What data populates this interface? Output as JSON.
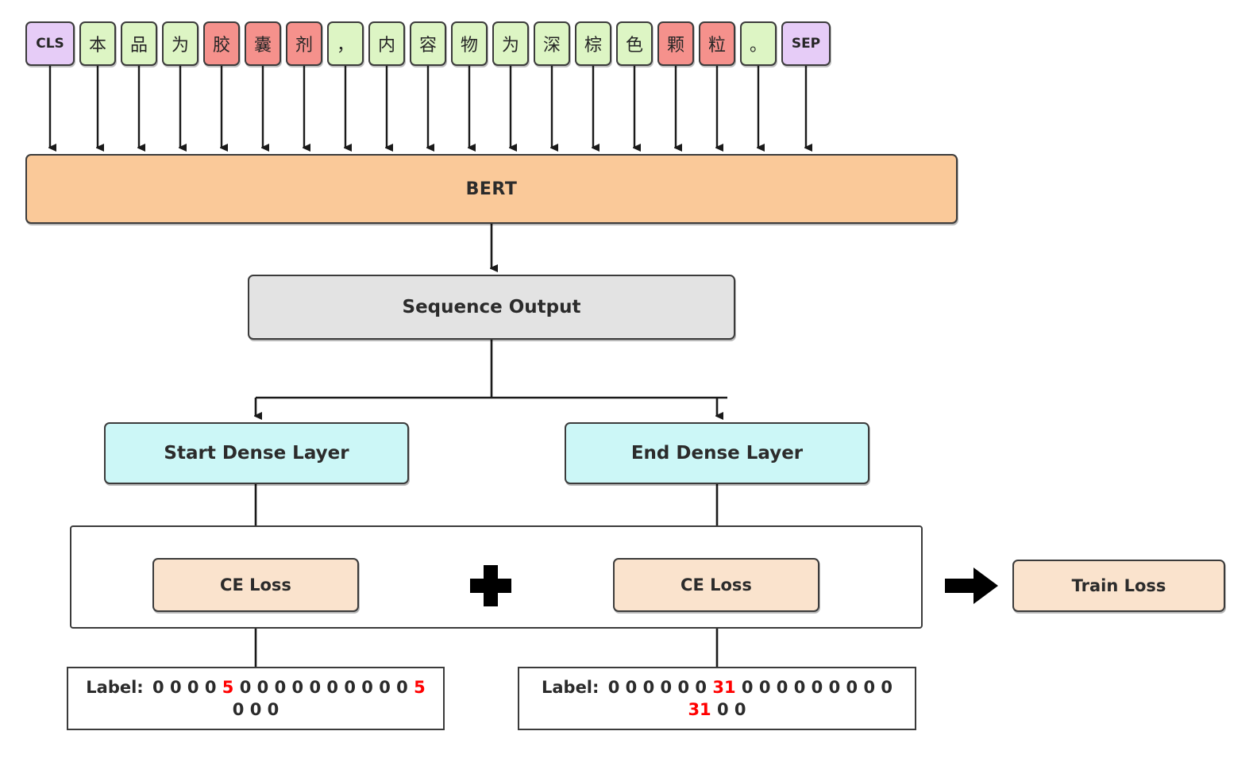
{
  "diagram": {
    "title": "BERT span extraction training diagram",
    "colors": {
      "special_token": "#e6ccf7",
      "normal_token": "#ddf5c4",
      "highlight_token": "#f5918c",
      "bert": "#fac999",
      "sequence_output": "#e3e3e3",
      "dense_layer": "#ccf7f7",
      "ce_loss": "#fae3cd",
      "train_loss": "#fae3cd",
      "border": "#3b3b3b",
      "label_highlight": "#ff0000",
      "arrow": "#1a1a1a"
    }
  },
  "tokens": [
    {
      "text": "CLS",
      "type": "special"
    },
    {
      "text": "本",
      "type": "normal"
    },
    {
      "text": "品",
      "type": "normal"
    },
    {
      "text": "为",
      "type": "normal"
    },
    {
      "text": "胶",
      "type": "highlight"
    },
    {
      "text": "囊",
      "type": "highlight"
    },
    {
      "text": "剂",
      "type": "highlight"
    },
    {
      "text": "，",
      "type": "normal"
    },
    {
      "text": "内",
      "type": "normal"
    },
    {
      "text": "容",
      "type": "normal"
    },
    {
      "text": "物",
      "type": "normal"
    },
    {
      "text": "为",
      "type": "normal"
    },
    {
      "text": "深",
      "type": "normal"
    },
    {
      "text": "棕",
      "type": "normal"
    },
    {
      "text": "色",
      "type": "normal"
    },
    {
      "text": "颗",
      "type": "highlight"
    },
    {
      "text": "粒",
      "type": "highlight"
    },
    {
      "text": "。",
      "type": "normal"
    },
    {
      "text": "SEP",
      "type": "special"
    }
  ],
  "nodes": {
    "bert": "BERT",
    "sequence_output": "Sequence Output",
    "start_dense": "Start Dense Layer",
    "end_dense": "End Dense Layer",
    "ce_loss_start": "CE Loss",
    "ce_loss_end": "CE Loss",
    "train_loss": "Train Loss",
    "plus_operator": "+",
    "arrow_to_train_loss": "right-arrow"
  },
  "labels": {
    "start": {
      "prefix": "Label:",
      "values": [
        "0",
        "0",
        "0",
        "0",
        "5",
        "0",
        "0",
        "0",
        "0",
        "0",
        "0",
        "0",
        "0",
        "0",
        "0",
        "5",
        "0",
        "0",
        "0"
      ],
      "highlight_value": "5",
      "full_text": "Label: 0 0 0 0 5 0 0 0 0 0 0 0 0 0 0 5 0 0 0"
    },
    "end": {
      "prefix": "Label:",
      "values": [
        "0",
        "0",
        "0",
        "0",
        "0",
        "0",
        "31",
        "0",
        "0",
        "0",
        "0",
        "0",
        "0",
        "0",
        "0",
        "0",
        "31",
        "0",
        "0"
      ],
      "highlight_value": "31",
      "full_text": "Label: 0 0 0 0 0 0 31 0 0 0 0 0 0 0 0 0 31 0 0"
    }
  }
}
